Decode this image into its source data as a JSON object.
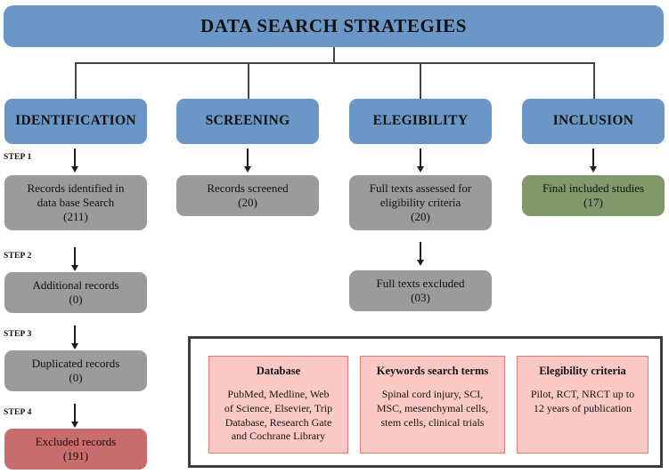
{
  "header": {
    "title": "DATA SEARCH STRATEGIES"
  },
  "stages": [
    {
      "label": "IDENTIFICATION"
    },
    {
      "label": "SCREENING"
    },
    {
      "label": "ELEGIBILITY"
    },
    {
      "label": "INCLUSION"
    }
  ],
  "steps": [
    {
      "label": "STEP 1"
    },
    {
      "label": "STEP 2"
    },
    {
      "label": "STEP 3"
    },
    {
      "label": "STEP 4"
    }
  ],
  "identification": {
    "records_identified": {
      "line1": "Records identified  in",
      "line2": "data base Search",
      "count": "(211)"
    },
    "additional_records": {
      "line1": "Additional  records",
      "count": "(0)"
    },
    "duplicated_records": {
      "line1": "Duplicated  records",
      "count": "(0)"
    },
    "excluded_records": {
      "line1": "Excluded  records",
      "count": "(191)"
    }
  },
  "screening": {
    "records_screened": {
      "line1": "Records  screened",
      "count": "(20)"
    }
  },
  "eligibility": {
    "full_texts_assessed": {
      "line1": "Full texts assessed  for",
      "line2": "eligibility  criteria",
      "count": "(20)"
    },
    "full_texts_excluded": {
      "line1": "Full texts excluded",
      "count": "(03)"
    }
  },
  "inclusion": {
    "final_included": {
      "line1": "Final included  studies",
      "count": "(17)"
    }
  },
  "info_panel": {
    "cards": [
      {
        "title": "Database",
        "lines": [
          "PubMed, Medline, Web",
          "of Science, Elsevier, Trip",
          "Database, Research Gate",
          "and Cochrane Library"
        ]
      },
      {
        "title": "Keywords search terms",
        "lines": [
          "Spinal cord injury, SCI,",
          "MSC, mesenchymal cells,",
          "stem cells, clinical trials"
        ]
      },
      {
        "title": "Elegibility criteria",
        "lines": [
          "Pilot, RCT, NRCT up to",
          "12 years of publication"
        ]
      }
    ]
  },
  "colors": {
    "stage_blue": "#6a97c6",
    "box_gray": "#9b9b9b",
    "box_red": "#c96c6d",
    "box_green": "#81996a",
    "card_pink": "#fbc9c5",
    "card_border": "#e07a72",
    "panel_border": "#3d3d3d",
    "connector": "#444444"
  }
}
